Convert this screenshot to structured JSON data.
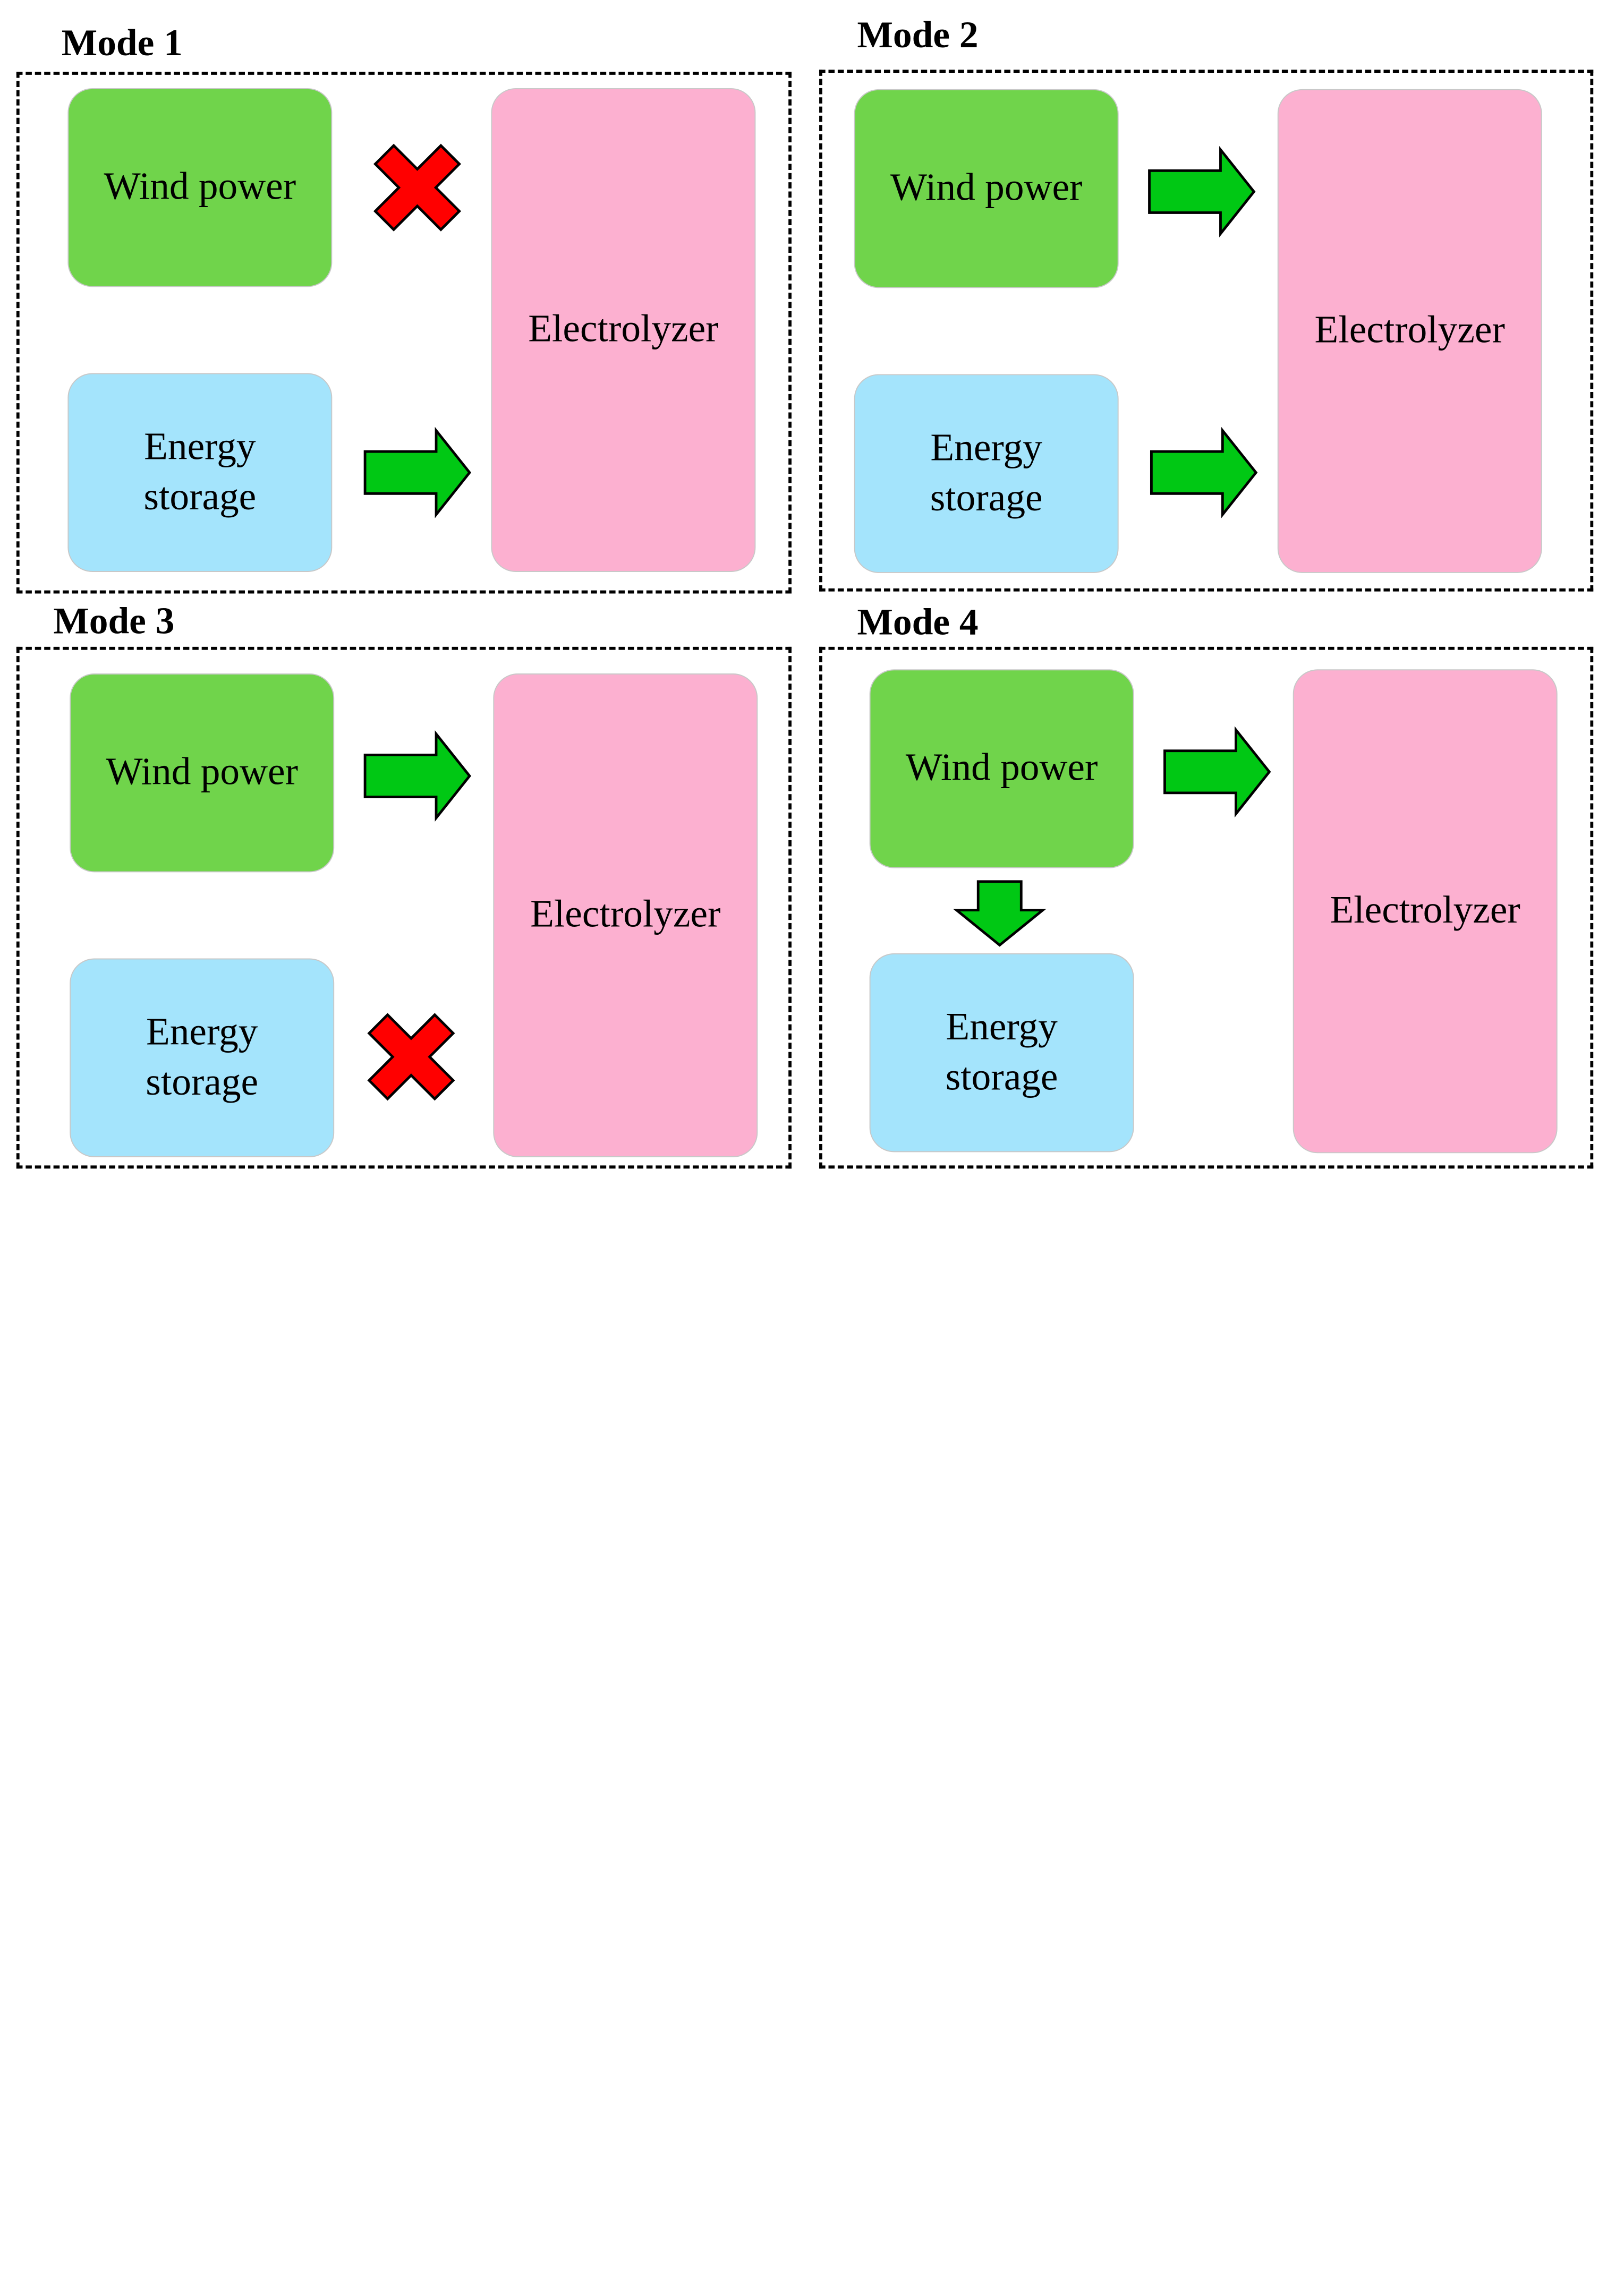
{
  "colors": {
    "wind": "#70d44b",
    "storage": "#a4e4fc",
    "electrolyzer": "#fcb0d0",
    "arrow": "#00c814",
    "cross": "#ff0000",
    "outline": "#000000"
  },
  "labels": {
    "wind": "Wind power",
    "storage": "Energy\nstorage",
    "electrolyzer": "Electrolyzer"
  },
  "modes": [
    {
      "title": "Mode 1",
      "wind_to_electrolyzer": "blocked",
      "storage_to_electrolyzer": "flow",
      "wind_to_storage": "none"
    },
    {
      "title": "Mode 2",
      "wind_to_electrolyzer": "flow",
      "storage_to_electrolyzer": "flow",
      "wind_to_storage": "none"
    },
    {
      "title": "Mode 3",
      "wind_to_electrolyzer": "flow",
      "storage_to_electrolyzer": "blocked",
      "wind_to_storage": "none"
    },
    {
      "title": "Mode 4",
      "wind_to_electrolyzer": "flow",
      "storage_to_electrolyzer": "none",
      "wind_to_storage": "flow"
    }
  ]
}
